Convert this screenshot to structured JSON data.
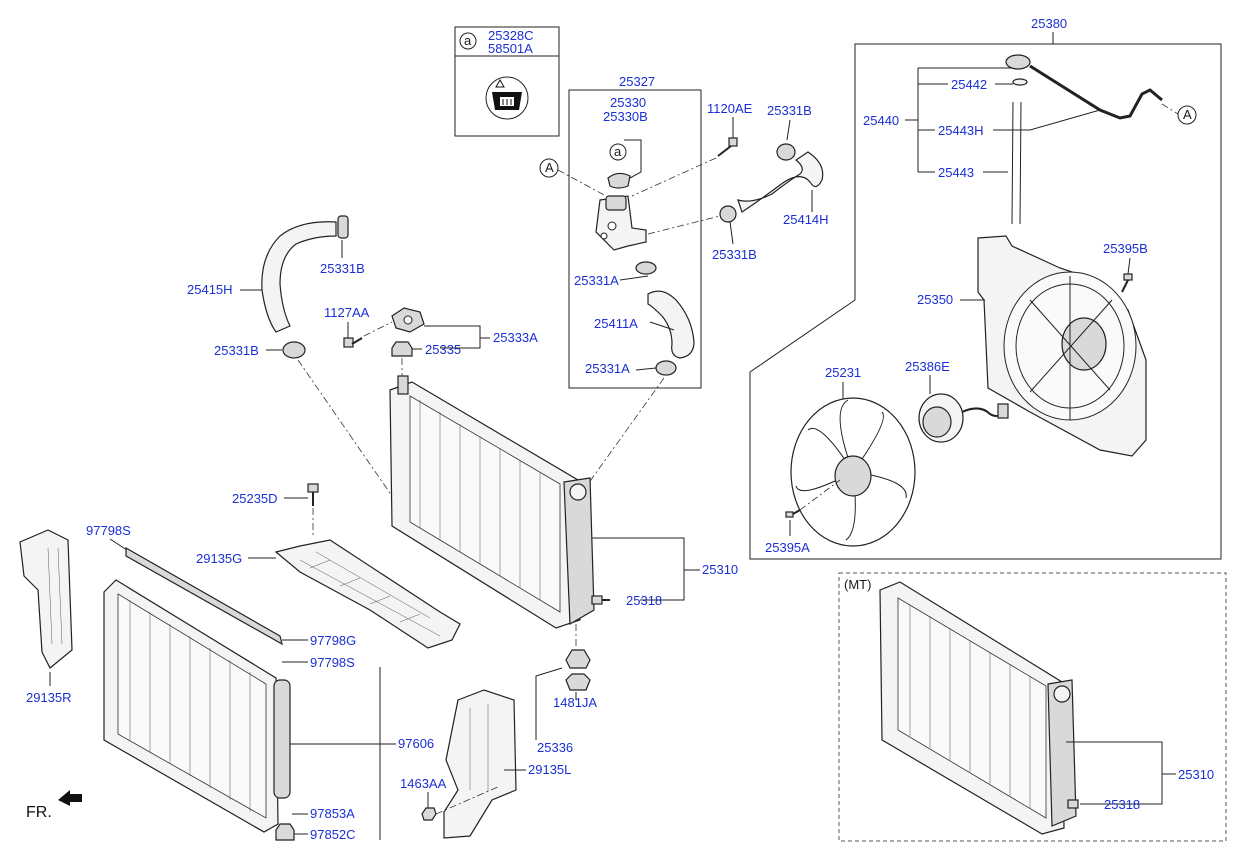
{
  "labels": {
    "p25328c": "25328C",
    "p58501a": "58501A",
    "p25327": "25327",
    "p25330": "25330",
    "p25330b": "25330B",
    "p1120ae": "1120AE",
    "p25331b_top": "25331B",
    "p25414h": "25414H",
    "p25331b_mid": "25331B",
    "p25331a_1": "25331A",
    "p25411a": "25411A",
    "p25331a_2": "25331A",
    "p25380": "25380",
    "p25442": "25442",
    "p25440": "25440",
    "p25443h": "25443H",
    "p25443": "25443",
    "p25395b": "25395B",
    "p25350": "25350",
    "p25231": "25231",
    "p25386e": "25386E",
    "p25395a": "25395A",
    "p25331b_left": "25331B",
    "p25415h": "25415H",
    "p1127aa": "1127AA",
    "p25333a": "25333A",
    "p25335": "25335",
    "p25331b_low": "25331B",
    "p25235d": "25235D",
    "p97798s_top": "97798S",
    "p29135g": "29135G",
    "p25310": "25310",
    "p25318": "25318",
    "p97798g": "97798G",
    "p97798s": "97798S",
    "p29135r": "29135R",
    "p1481ja": "1481JA",
    "p25336": "25336",
    "p97606": "97606",
    "p29135l": "29135L",
    "p1463aa": "1463AA",
    "p97853a": "97853A",
    "p97852c": "97852C",
    "mt_note": "(MT)",
    "p25310_mt": "25310",
    "p25318_mt": "25318",
    "callout_a": "a",
    "ref_a": "A",
    "front_label": "FR."
  }
}
